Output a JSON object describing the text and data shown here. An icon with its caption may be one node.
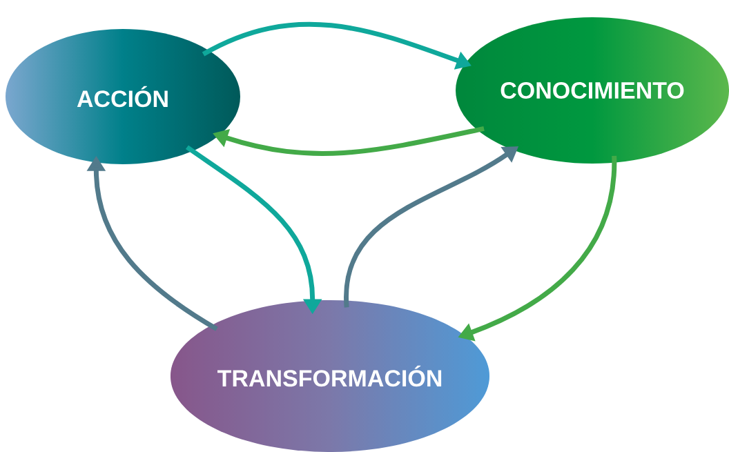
{
  "diagram": {
    "nodes": [
      {
        "text": [
          "ACCIÓN"
        ]
      },
      {
        "text": [
          "CONOCIMIENTO"
        ]
      },
      {
        "text": [
          "TRANSFORMACIÓN"
        ]
      }
    ],
    "edges": [
      {
        "from": 0,
        "to": 1,
        "arrow": "to",
        "color": "#0fa89b"
      },
      {
        "from": 1,
        "to": 0,
        "arrow": "to",
        "color": "#43aa48"
      },
      {
        "from": 0,
        "to": 2,
        "arrow": "to",
        "color": "#0fa89b"
      },
      {
        "from": 2,
        "to": 1,
        "arrow": "to",
        "color": "#527a8b"
      },
      {
        "from": 1,
        "to": 2,
        "arrow": "to",
        "color": "#43aa48"
      },
      {
        "from": 2,
        "to": 0,
        "arrow": "to",
        "color": "#527a8b"
      }
    ]
  }
}
